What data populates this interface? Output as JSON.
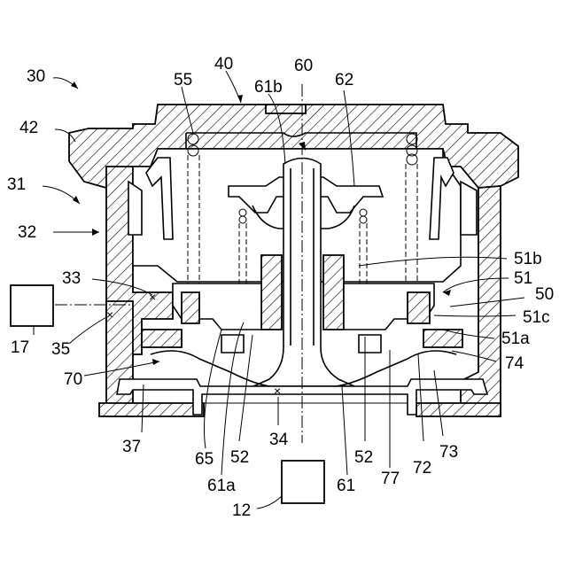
{
  "diagram": {
    "labels": {
      "l30": "30",
      "l40": "40",
      "l55": "55",
      "l61b": "61b",
      "l60": "60",
      "l62": "62",
      "l42": "42",
      "l31": "31",
      "l32": "32",
      "l33": "33",
      "l35": "35",
      "l17": "17",
      "l70": "70",
      "l37": "37",
      "l65": "65",
      "l52a": "52",
      "l61a": "61a",
      "l34": "34",
      "l12": "12",
      "l52b": "52",
      "l61": "61",
      "l77": "77",
      "l72": "72",
      "l73": "73",
      "l51b": "51b",
      "l51": "51",
      "l50": "50",
      "l51c": "51c",
      "l51a": "51a",
      "l74": "74"
    }
  }
}
